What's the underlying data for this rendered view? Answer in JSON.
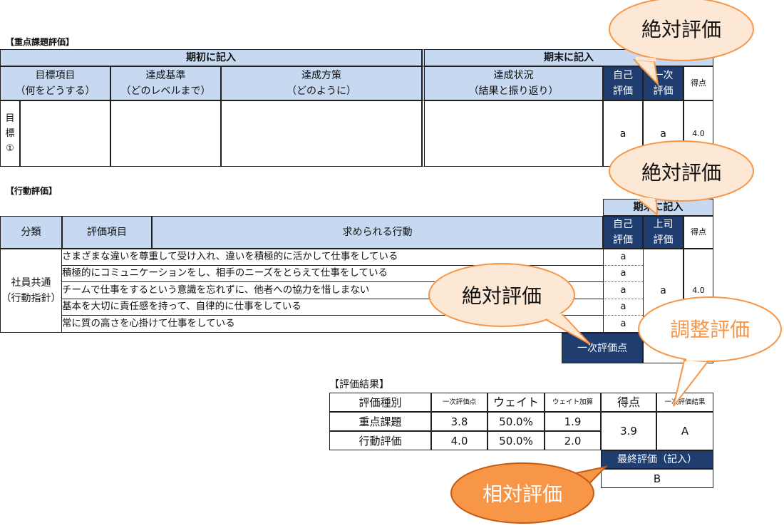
{
  "juten": {
    "title": "【重点課題評価】",
    "group_left": "期初に記入",
    "group_right": "期末に記入",
    "col_goal": [
      "目標項目",
      "（何をどうする）"
    ],
    "col_level": [
      "達成基準",
      "（どのレベルまで）"
    ],
    "col_method": [
      "達成方策",
      "（どのように）"
    ],
    "col_status": [
      "達成状況",
      "（結果と振り返り）"
    ],
    "col_self": [
      "自己",
      "評価"
    ],
    "col_first": [
      "一次",
      "評価"
    ],
    "col_score": "得点",
    "row_label": [
      "目",
      "標",
      "①"
    ],
    "self_val": "a",
    "first_val": "a",
    "score_val": "4.0"
  },
  "kodo": {
    "title": "【行動評価】",
    "group_right": "期末に記入",
    "col_category": "分類",
    "col_item": "評価項目",
    "col_behavior": "求められる行動",
    "col_self": [
      "自己",
      "評価"
    ],
    "col_boss": [
      "上司",
      "評価"
    ],
    "col_score": "得点",
    "category": [
      "社員共通",
      "（行動指針）"
    ],
    "behaviors": [
      "さまざまな違いを尊重して受け入れ、違いを積極的に活かして仕事をしている",
      "積極的にコミュニケーションをし、相手のニーズをとらえて仕事をしている",
      "チームで仕事をするという意識を忘れずに、他者への協力を惜しまない",
      "基本を大切に責任感を持って、自律的に仕事をしている",
      "常に質の高さを心掛けて仕事をしている"
    ],
    "self_vals": [
      "a",
      "a",
      "a",
      "a",
      "a"
    ],
    "boss_val": "a",
    "score_val": "4.0",
    "first_score_label": "一次評価点"
  },
  "result": {
    "title": "【評価結果】",
    "headers": [
      "評価種別",
      "一次評価点",
      "ウェイト",
      "ウェイト加算",
      "得点",
      "一次評価結果"
    ],
    "rows": [
      [
        "重点課題",
        "3.8",
        "50.0%",
        "1.9"
      ],
      [
        "行動評価",
        "4.0",
        "50.0%",
        "2.0"
      ]
    ],
    "total_score": "3.9",
    "first_result": "A",
    "final_label": "最終評価（記入）",
    "final_value": "B"
  },
  "callouts": {
    "absolute_1": "絶対評価",
    "absolute_2": "絶対評価",
    "absolute_3": "絶対評価",
    "adjust": "調整評価",
    "relative": "相対評価"
  },
  "colors": {
    "header_fill": "#c6d9f0",
    "dark_fill": "#1f3d6f",
    "bubble_fill": "#fde8d5",
    "bubble_stroke": "#f79646",
    "relative_fill": "#f79646",
    "adjust_text": "#f79646"
  }
}
